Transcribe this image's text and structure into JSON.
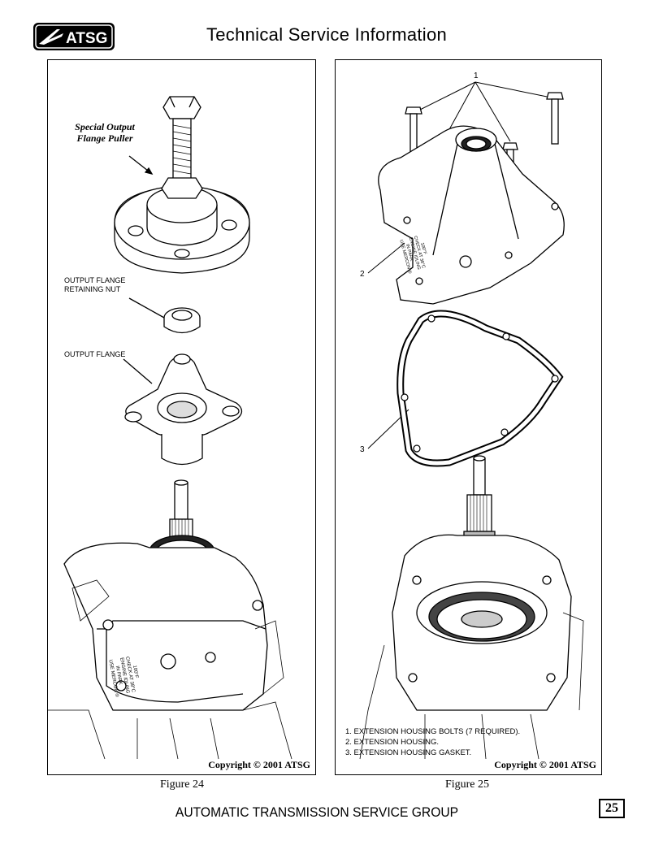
{
  "header": {
    "logo_text": "ATSG",
    "title": "Technical Service Information"
  },
  "figure24": {
    "labels": {
      "puller": "Special Output\nFlange Puller",
      "nut": "OUTPUT FLANGE\nRETAINING NUT",
      "flange": "OUTPUT FLANGE"
    },
    "copyright": "Copyright © 2001 ATSG",
    "caption": "Figure 24"
  },
  "figure25": {
    "callouts": {
      "c1": "1",
      "c2": "2",
      "c3": "3"
    },
    "legend": [
      "1. EXTENSION HOUSING BOLTS (7 REQUIRED).",
      "2. EXTENSION HOUSING.",
      "3. EXTENSION HOUSING GASKET."
    ],
    "copyright": "Copyright © 2001 ATSG",
    "caption": "Figure 25"
  },
  "footer": {
    "text": "AUTOMATIC TRANSMISSION SERVICE GROUP",
    "page_number": "25"
  }
}
